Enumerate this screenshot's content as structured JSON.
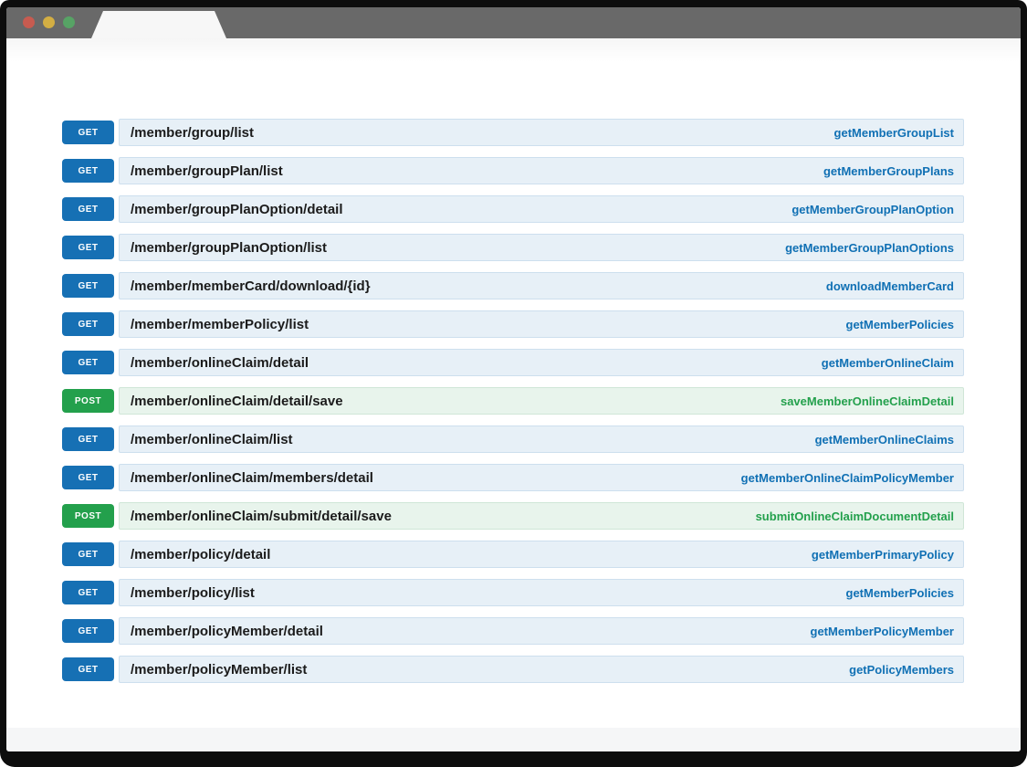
{
  "window": {
    "titlebar_color": "#696969",
    "controls": [
      {
        "name": "close",
        "color": "#c75b50"
      },
      {
        "name": "minimize",
        "color": "#d3ae43"
      },
      {
        "name": "maximize",
        "color": "#57a365"
      }
    ],
    "tab_color": "#f7f7f7"
  },
  "method_styles": {
    "GET": {
      "badge": "#1670b4",
      "row_bg": "#e7f0f7",
      "row_border": "#cddfee",
      "link": "#1070b4"
    },
    "POST": {
      "badge": "#23a04c",
      "row_bg": "#e8f4ec",
      "row_border": "#cfe6d7",
      "link": "#23a04c"
    }
  },
  "api_list": {
    "endpoints": [
      {
        "method": "GET",
        "path": "/member/group/list",
        "operation": "getMemberGroupList"
      },
      {
        "method": "GET",
        "path": "/member/groupPlan/list",
        "operation": "getMemberGroupPlans"
      },
      {
        "method": "GET",
        "path": "/member/groupPlanOption/detail",
        "operation": "getMemberGroupPlanOption"
      },
      {
        "method": "GET",
        "path": "/member/groupPlanOption/list",
        "operation": "getMemberGroupPlanOptions"
      },
      {
        "method": "GET",
        "path": "/member/memberCard/download/{id}",
        "operation": "downloadMemberCard"
      },
      {
        "method": "GET",
        "path": "/member/memberPolicy/list",
        "operation": "getMemberPolicies"
      },
      {
        "method": "GET",
        "path": "/member/onlineClaim/detail",
        "operation": "getMemberOnlineClaim"
      },
      {
        "method": "POST",
        "path": "/member/onlineClaim/detail/save",
        "operation": "saveMemberOnlineClaimDetail"
      },
      {
        "method": "GET",
        "path": "/member/onlineClaim/list",
        "operation": "getMemberOnlineClaims"
      },
      {
        "method": "GET",
        "path": "/member/onlineClaim/members/detail",
        "operation": "getMemberOnlineClaimPolicyMember"
      },
      {
        "method": "POST",
        "path": "/member/onlineClaim/submit/detail/save",
        "operation": "submitOnlineClaimDocumentDetail"
      },
      {
        "method": "GET",
        "path": "/member/policy/detail",
        "operation": "getMemberPrimaryPolicy"
      },
      {
        "method": "GET",
        "path": "/member/policy/list",
        "operation": "getMemberPolicies"
      },
      {
        "method": "GET",
        "path": "/member/policyMember/detail",
        "operation": "getMemberPolicyMember"
      },
      {
        "method": "GET",
        "path": "/member/policyMember/list",
        "operation": "getPolicyMembers"
      }
    ]
  }
}
